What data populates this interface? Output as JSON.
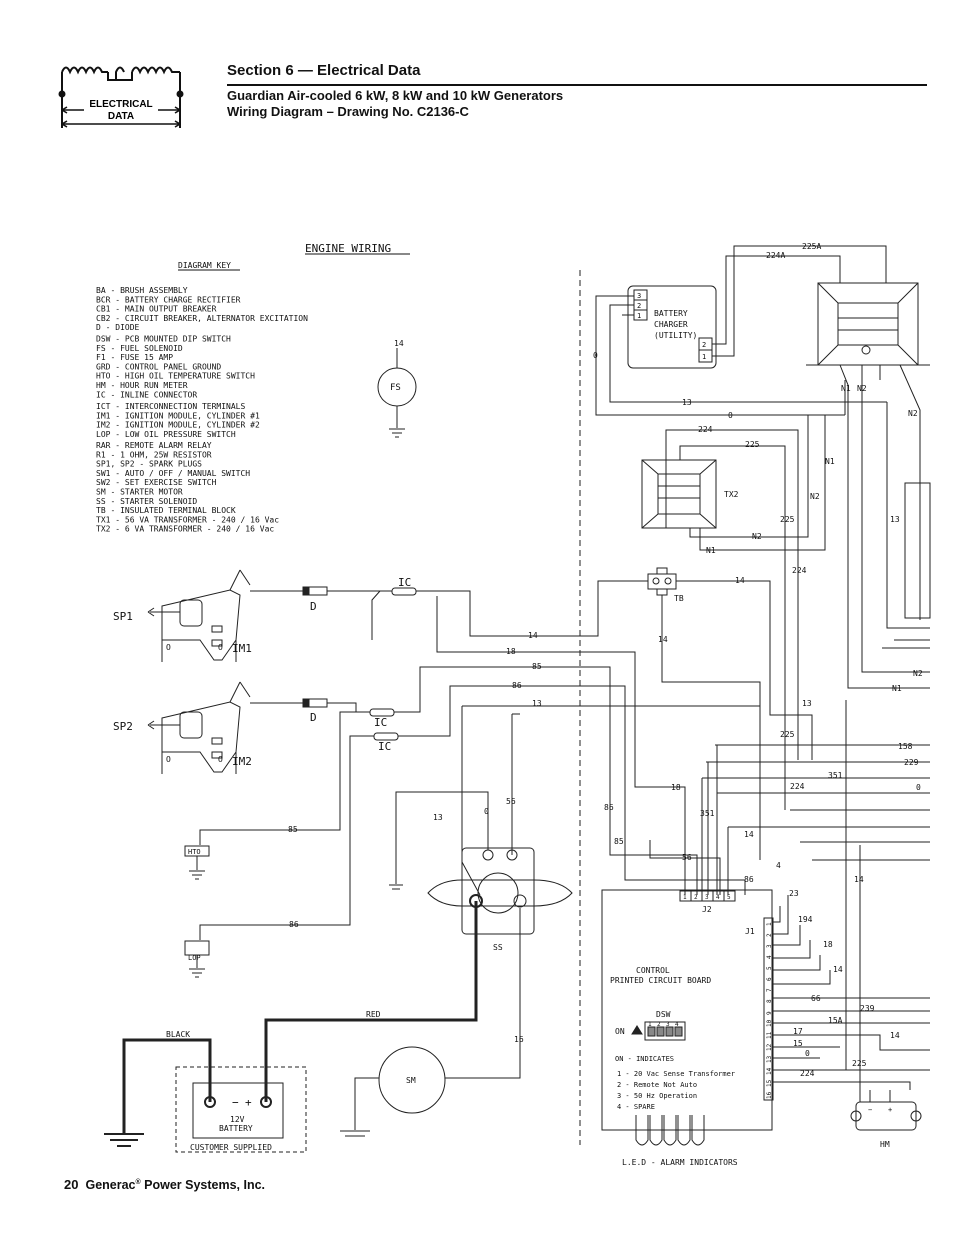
{
  "header": {
    "section_title": "Section 6 — Electrical Data",
    "subtitle_1": "Guardian Air-cooled 6 kW, 8 kW and 10 kW Generators",
    "subtitle_2": "Wiring Diagram – Drawing No. C2136-C"
  },
  "logo": {
    "line1": "ELECTRICAL",
    "line2": "DATA"
  },
  "footer": {
    "page_number": "20",
    "company": "Generac",
    "reg": "®",
    "company_rest": " Power Systems, Inc."
  },
  "diagram": {
    "title": "ENGINE WIRING",
    "key_title": "DIAGRAM KEY",
    "key": [
      "BA  - BRUSH ASSEMBLY",
      "BCR - BATTERY CHARGE RECTIFIER",
      "CB1 - MAIN OUTPUT BREAKER",
      "CB2 - CIRCUIT BREAKER, ALTERNATOR EXCITATION",
      "D  -  DIODE",
      "DSW - PCB MOUNTED DIP SWITCH",
      "FS  - FUEL SOLENOID",
      "F1  - FUSE 15 AMP",
      "GRD - CONTROL PANEL GROUND",
      "HTO - HIGH OIL TEMPERATURE SWITCH",
      "HM  - HOUR RUN METER",
      "IC - INLINE CONNECTOR",
      "ICT - INTERCONNECTION TERMINALS",
      "IM1 - IGNITION MODULE, CYLINDER #1",
      "IM2 - IGNITION MODULE, CYLINDER #2",
      "LOP - LOW OIL PRESSURE SWITCH",
      "RAR - REMOTE ALARM RELAY",
      "R1  - 1 OHM, 25W RESISTOR",
      "SP1, SP2 - SPARK PLUGS",
      "SW1 - AUTO / OFF / MANUAL SWITCH",
      "SW2 - SET EXERCISE SWITCH",
      "SM  - STARTER MOTOR",
      "SS  - STARTER SOLENOID",
      "TB  - INSULATED TERMINAL BLOCK",
      "TX1 - 56 VA TRANSFORMER - 240 / 16 Vac",
      "TX2 - 6 VA TRANSFORMER - 240 / 16 Vac"
    ],
    "components": {
      "fs": "FS",
      "sp1": "SP1",
      "sp2": "SP2",
      "im1": "IM1",
      "im2": "IM2",
      "d1": "D",
      "d2": "D",
      "ic1": "IC",
      "ic2": "IC",
      "ic3": "IC",
      "hto": "HTO",
      "lop": "LOP",
      "ss": "SS",
      "sm": "SM",
      "battery_line1": "12V",
      "battery_line2": "BATTERY",
      "customer_supplied": "CUSTOMER SUPPLIED",
      "battery_charger_1": "BATTERY",
      "battery_charger_2": "CHARGER",
      "battery_charger_3": "(UTILITY)",
      "tx2": "TX2",
      "tb": "TB",
      "j1": "J1",
      "j2": "J2",
      "pcb_1": "CONTROL",
      "pcb_2": "PRINTED CIRCUIT BOARD",
      "dsw": "DSW",
      "on": "ON",
      "on_indicates": "ON - INDICATES",
      "led": "L.E.D - ALARM INDICATORS",
      "hm": "HM",
      "black": "BLACK",
      "red": "RED",
      "minus": "−",
      "plus": "+",
      "o": "O"
    },
    "dsw_settings": [
      "1 - 20 Vac Sense Transformer",
      "2 - Remote Not Auto",
      "3 - 50 Hz Operation",
      "4 - SPARE"
    ],
    "dsw_numbers": [
      "1",
      "2",
      "3",
      "4"
    ],
    "j2_pins": [
      "1",
      "2",
      "3",
      "4",
      "5"
    ],
    "j1_pins": [
      "1",
      "2",
      "3",
      "4",
      "5",
      "6",
      "7",
      "8",
      "9",
      "10",
      "11",
      "12",
      "13",
      "14",
      "15",
      "16"
    ],
    "charger_pins": [
      "3",
      "2",
      "1",
      "2",
      "1"
    ],
    "wires": {
      "w14_fs": "14",
      "w0_left": "0",
      "w13_top": "13",
      "w0_top": "0",
      "w224_top": "224",
      "w225_top": "225",
      "w224a": "224A",
      "w225a": "225A",
      "n1_a": "N1",
      "n2_a": "N2",
      "n2_b": "N2",
      "n1_b": "N1",
      "n2_c": "N2",
      "w225_mid": "225",
      "w13_right": "13",
      "n2_tx2": "N2",
      "n1_tx2": "N1",
      "w14_ic": "14",
      "w224_mid": "224",
      "w14_main": "14",
      "w14_tb": "14",
      "w18": "18",
      "w85": "85",
      "w86": "86",
      "w13_mid": "13",
      "n2_row": "N2",
      "n1_row": "N1",
      "w13_row": "13",
      "w225_row": "225",
      "w158": "158",
      "w229": "229",
      "w351": "351",
      "w224_row": "224",
      "w0_row": "0",
      "w18_v": "18",
      "w351_v": "351",
      "w14_row": "14",
      "w85_hto": "85",
      "w13_ss": "13",
      "w0_ss": "0",
      "w56_ss": "56",
      "w86_v": "86",
      "w85_v": "85",
      "w56_row": "56",
      "w86_row": "86",
      "w4": "4",
      "w23": "23",
      "w194": "194",
      "w18_r": "18",
      "w14_r": "14",
      "w14_far": "14",
      "w66": "66",
      "w239": "239",
      "w15a": "15A",
      "w17": "17",
      "w15": "15",
      "w0_r": "0",
      "w14_hm": "14",
      "w225_r": "225",
      "w224_r": "224",
      "w86_lop": "86",
      "w16": "16"
    }
  }
}
